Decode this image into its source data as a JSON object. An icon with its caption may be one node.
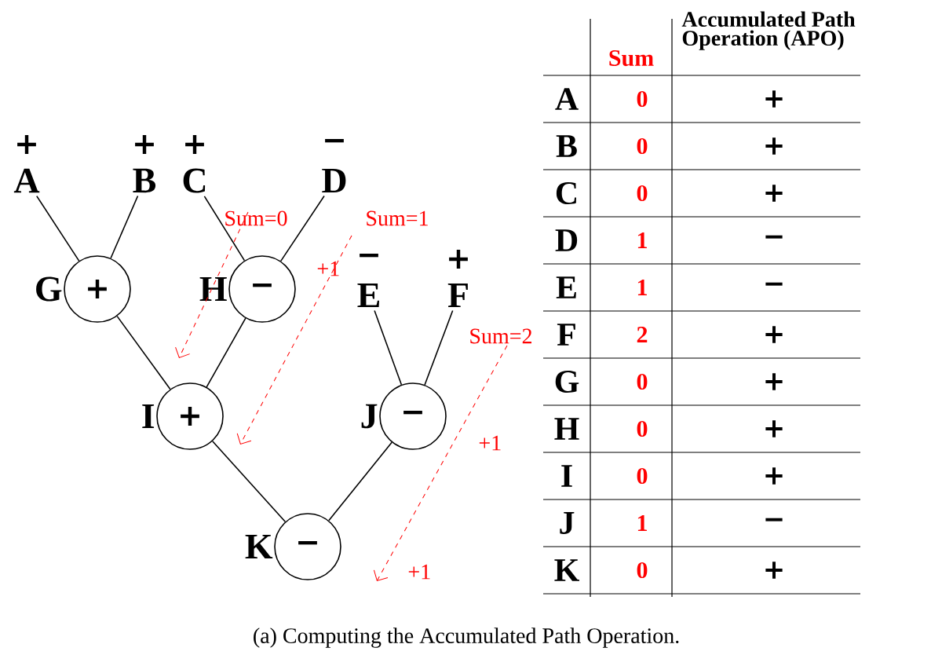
{
  "diagram": {
    "caption": "(a) Computing the Accumulated Path Operation.",
    "nodes": [
      {
        "text": [
          "A"
        ],
        "beside": [
          "+"
        ]
      },
      {
        "text": [
          "B"
        ],
        "beside": [
          "+"
        ]
      },
      {
        "text": [
          "C"
        ],
        "beside": [
          "+"
        ]
      },
      {
        "text": [
          "D"
        ],
        "beside": [
          "−"
        ]
      },
      {
        "text": [
          "E"
        ],
        "beside": [
          "−"
        ]
      },
      {
        "text": [
          "F"
        ],
        "beside": [
          "+"
        ]
      },
      {
        "text": [
          "+"
        ],
        "beside": [
          "G"
        ]
      },
      {
        "text": [
          "−"
        ],
        "beside": [
          "H"
        ]
      },
      {
        "text": [
          "+"
        ],
        "beside": [
          "I"
        ]
      },
      {
        "text": [
          "−"
        ],
        "beside": [
          "J"
        ]
      },
      {
        "text": [
          "−"
        ],
        "beside": [
          "K"
        ]
      }
    ],
    "edges": [
      {
        "from": 0,
        "to": 6,
        "arrow": "none"
      },
      {
        "from": 1,
        "to": 6,
        "arrow": "none"
      },
      {
        "from": 2,
        "to": 7,
        "arrow": "none"
      },
      {
        "from": 3,
        "to": 7,
        "arrow": "none"
      },
      {
        "from": 6,
        "to": 8,
        "arrow": "none"
      },
      {
        "from": 7,
        "to": 8,
        "arrow": "none"
      },
      {
        "from": 4,
        "to": 9,
        "arrow": "none"
      },
      {
        "from": 5,
        "to": 9,
        "arrow": "none"
      },
      {
        "from": 8,
        "to": 10,
        "arrow": "none"
      },
      {
        "from": 9,
        "to": 10,
        "arrow": "none"
      }
    ],
    "labels": [
      "Sum=0",
      "Sum=1",
      "+1",
      "Sum=2",
      "+1",
      "+1",
      "Sum",
      "Accumulated Path Operation (APO)",
      "A",
      "0",
      "+",
      "B",
      "0",
      "+",
      "C",
      "0",
      "+",
      "D",
      "1",
      "−",
      "E",
      "1",
      "−",
      "F",
      "2",
      "+",
      "G",
      "0",
      "+",
      "H",
      "0",
      "+",
      "I",
      "0",
      "+",
      "J",
      "1",
      "−",
      "K",
      "0",
      "+"
    ]
  }
}
